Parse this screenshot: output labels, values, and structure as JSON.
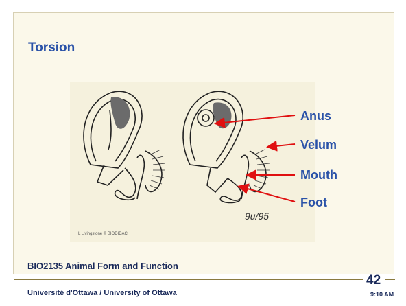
{
  "slide": {
    "title": "Torsion",
    "labels": {
      "anus": "Anus",
      "velum": "Velum",
      "mouth": "Mouth",
      "foot": "Foot"
    },
    "course": "BIO2135 Animal Form and Function",
    "university": "Université d'Ottawa / University of Ottawa",
    "page_number": "42",
    "time": "9:10 AM"
  },
  "figure": {
    "credit": "L Livingstone © BIODIDAC",
    "signature": "9u/95"
  },
  "colors": {
    "title": "#2a52a8",
    "arrow": "#e01010",
    "footer_text": "#1a2a5a",
    "panel": "#fbf8ea"
  }
}
